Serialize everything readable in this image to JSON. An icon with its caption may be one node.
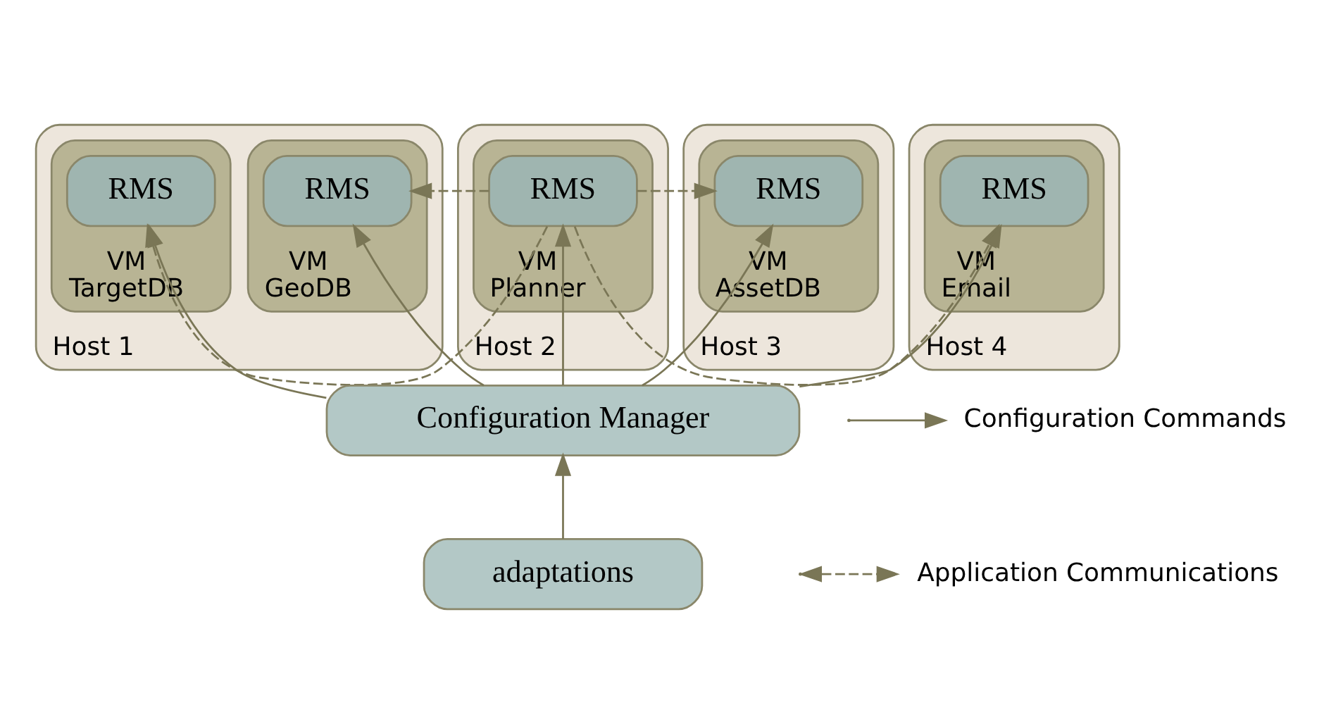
{
  "diagram": {
    "nodes": [
      {
        "text": [
          "Host 1"
        ]
      },
      {
        "text": [
          "VM",
          "GeoDB"
        ],
        "in": 0
      },
      {
        "text": [
          "RMS"
        ],
        "in": 1
      },
      {
        "text": [
          "VM",
          "TargetDB"
        ],
        "in": 0
      },
      {
        "text": [
          "RMS"
        ],
        "in": 3
      },
      {
        "text": [
          "Host 2"
        ]
      },
      {
        "text": [
          "VM",
          "Planner"
        ],
        "in": 5
      },
      {
        "text": [
          "RMS"
        ],
        "in": 6
      },
      {
        "text": [
          "Host 3"
        ]
      },
      {
        "text": [
          "VM",
          "AssetDB"
        ],
        "in": 8
      },
      {
        "text": [
          "RMS"
        ],
        "in": 9
      },
      {
        "text": [
          "Host 4"
        ]
      },
      {
        "text": [
          "VM",
          "Email"
        ],
        "in": 11
      },
      {
        "text": [
          "RMS"
        ],
        "in": 12
      },
      {
        "text": [
          "Configuration Manager"
        ]
      },
      {
        "text": [
          "adaptations"
        ]
      }
    ],
    "edges": [
      {
        "from": 14,
        "to": 2,
        "arrow": "to"
      },
      {
        "from": 14,
        "to": 7,
        "arrow": "to"
      },
      {
        "from": 14,
        "to": 10,
        "arrow": "to"
      },
      {
        "from": 14,
        "to": 4,
        "arrow": "to"
      },
      {
        "from": 14,
        "to": 13,
        "arrow": "to"
      },
      {
        "from": 15,
        "to": 14,
        "arrow": "to"
      },
      {
        "from": 7,
        "to": 2,
        "arrow": "to",
        "style": "dashed"
      },
      {
        "from": 7,
        "to": 10,
        "arrow": "to",
        "style": "dashed"
      },
      {
        "from": 7,
        "to": 4,
        "arrow": "to",
        "style": "dashed"
      },
      {
        "from": 7,
        "to": 13,
        "arrow": "to",
        "style": "dashed"
      }
    ],
    "legend": [
      {
        "text": "Configuration Commands"
      },
      {
        "text": "Application Communications"
      }
    ]
  }
}
